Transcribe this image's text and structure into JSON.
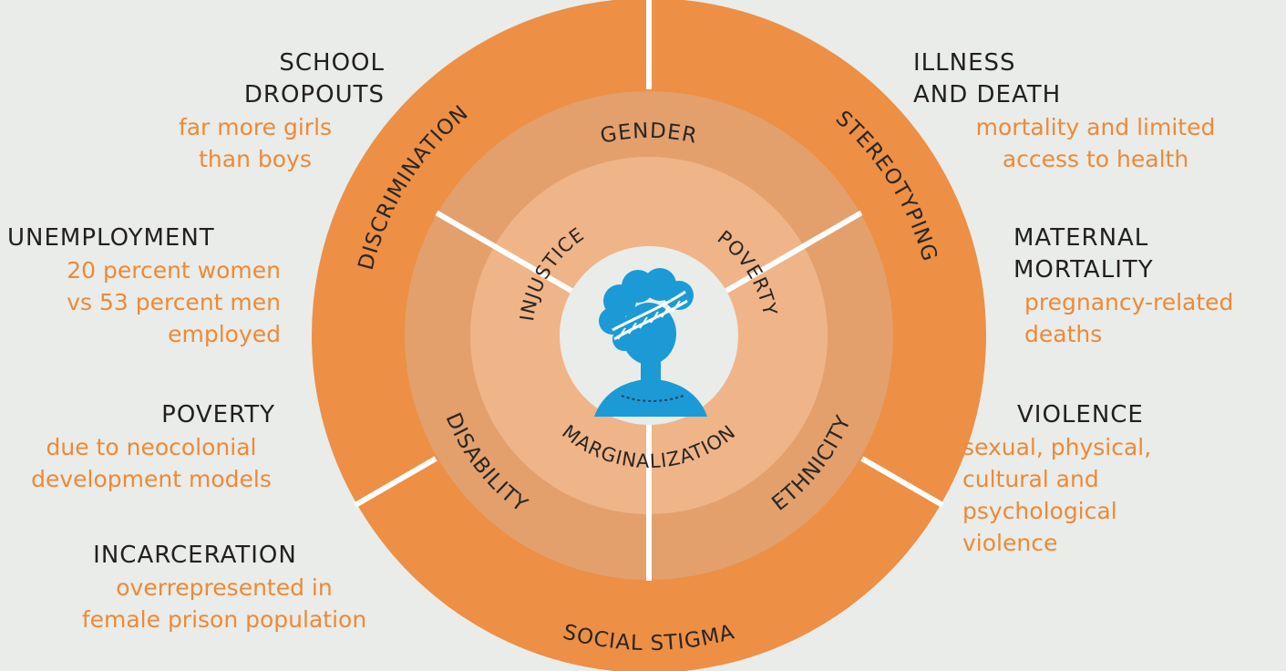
{
  "colors": {
    "background": "#e9ece8",
    "outer_ring": "#ed8f45",
    "middle_ring": "#e3a06d",
    "inner_ring": "#f0b489",
    "center_circle": "#e9ece8",
    "divider": "#ffffff",
    "figure": "#1c9ad6",
    "title_text": "#231f20",
    "description_text": "#ec8a3a"
  },
  "center_icon": "woman-with-headband-icon",
  "outer_ring_labels": {
    "top_left": "DISCRIMINATION",
    "top_right": "STEREOTYPING",
    "bottom": "SOCIAL STIGMA"
  },
  "middle_ring_labels": {
    "top": "GENDER",
    "bottom_left": "DISABILITY",
    "bottom_right": "ETHNICITY"
  },
  "inner_ring_labels": {
    "top_left": "INJUSTICE",
    "top_right": "POVERTY",
    "bottom": "MARGINALIZATION"
  },
  "left_blocks": [
    {
      "title": "SCHOOL\nDROPOUTS",
      "description": "far more girls\nthan boys"
    },
    {
      "title": "UNEMPLOYMENT",
      "description": "20 percent women\nvs 53 percent men\nemployed"
    },
    {
      "title": "POVERTY",
      "description": "due to neocolonial\ndevelopment models"
    },
    {
      "title": "INCARCERATION",
      "description": "overrepresented in\nfemale prison population"
    }
  ],
  "right_blocks": [
    {
      "title": "ILLNESS\nAND DEATH",
      "description": "mortality and limited\naccess to health"
    },
    {
      "title": "MATERNAL\nMORTALITY",
      "description": "pregnancy-related\ndeaths"
    },
    {
      "title": "VIOLENCE",
      "description": "sexual, physical,\ncultural and\npsychological\nviolence"
    }
  ]
}
